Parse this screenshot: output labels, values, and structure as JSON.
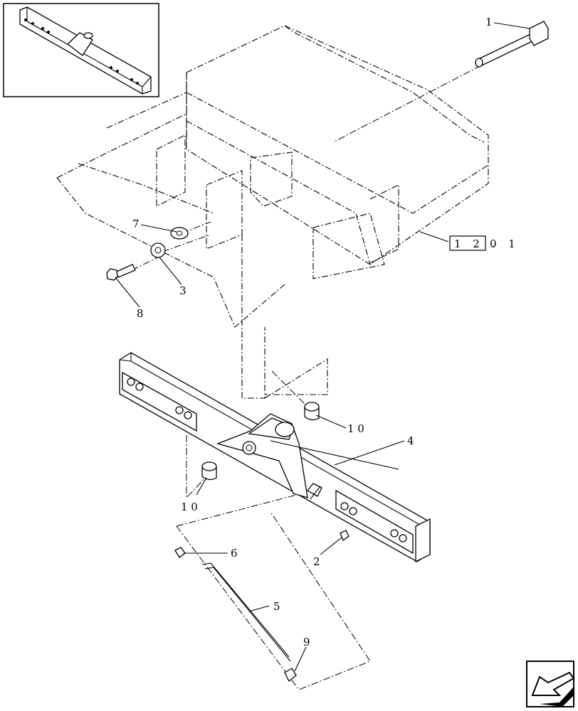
{
  "callouts": {
    "c1": "1",
    "c2": "2",
    "c3": "3",
    "c4": "4",
    "c5": "5",
    "c6": "6",
    "c7": "7",
    "c8": "8",
    "c9": "9",
    "c10a": "1 0",
    "c10b": "1 0"
  },
  "reference": {
    "boxed": "1 2 .",
    "trailing": "0 1"
  },
  "icons": {
    "nav": "previous-page-arrow-icon"
  }
}
